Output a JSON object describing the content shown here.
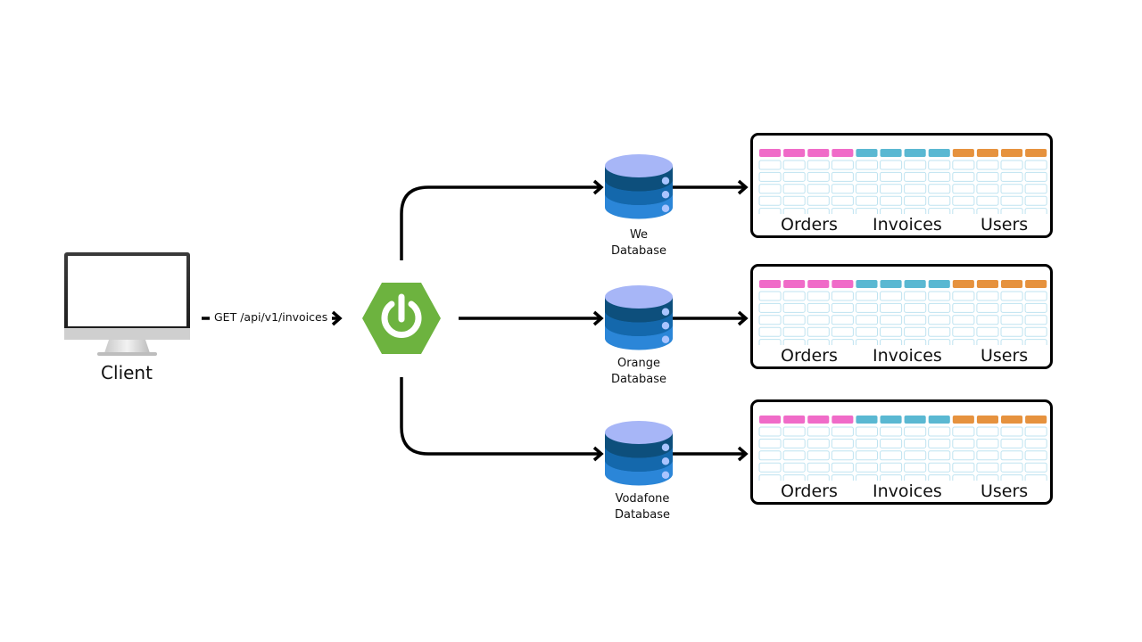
{
  "client": {
    "label": "Client",
    "icon": "monitor-icon"
  },
  "request": {
    "label": "GET /api/v1/invoices"
  },
  "service": {
    "icon": "spring-boot-icon",
    "color": "#6db33f"
  },
  "databases": [
    {
      "label_line1": "We",
      "label_line2": "Database"
    },
    {
      "label_line1": "Orange",
      "label_line2": "Database"
    },
    {
      "label_line1": "Vodafone",
      "label_line2": "Database"
    }
  ],
  "tables": [
    {
      "orders": "Orders",
      "invoices": "Invoices",
      "users": "Users"
    },
    {
      "orders": "Orders",
      "invoices": "Invoices",
      "users": "Users"
    },
    {
      "orders": "Orders",
      "invoices": "Invoices",
      "users": "Users"
    }
  ],
  "colors": {
    "orders_header": "#f06bc8",
    "invoices_header": "#5ab8d2",
    "users_header": "#e6923e",
    "cell_border": "#bfe3f0",
    "db_top": "#a7b6f7",
    "db_layer1": "#2b86d8",
    "db_layer2": "#1468ac",
    "db_layer3": "#0d4f7c",
    "db_dot": "#a9c4ff"
  }
}
